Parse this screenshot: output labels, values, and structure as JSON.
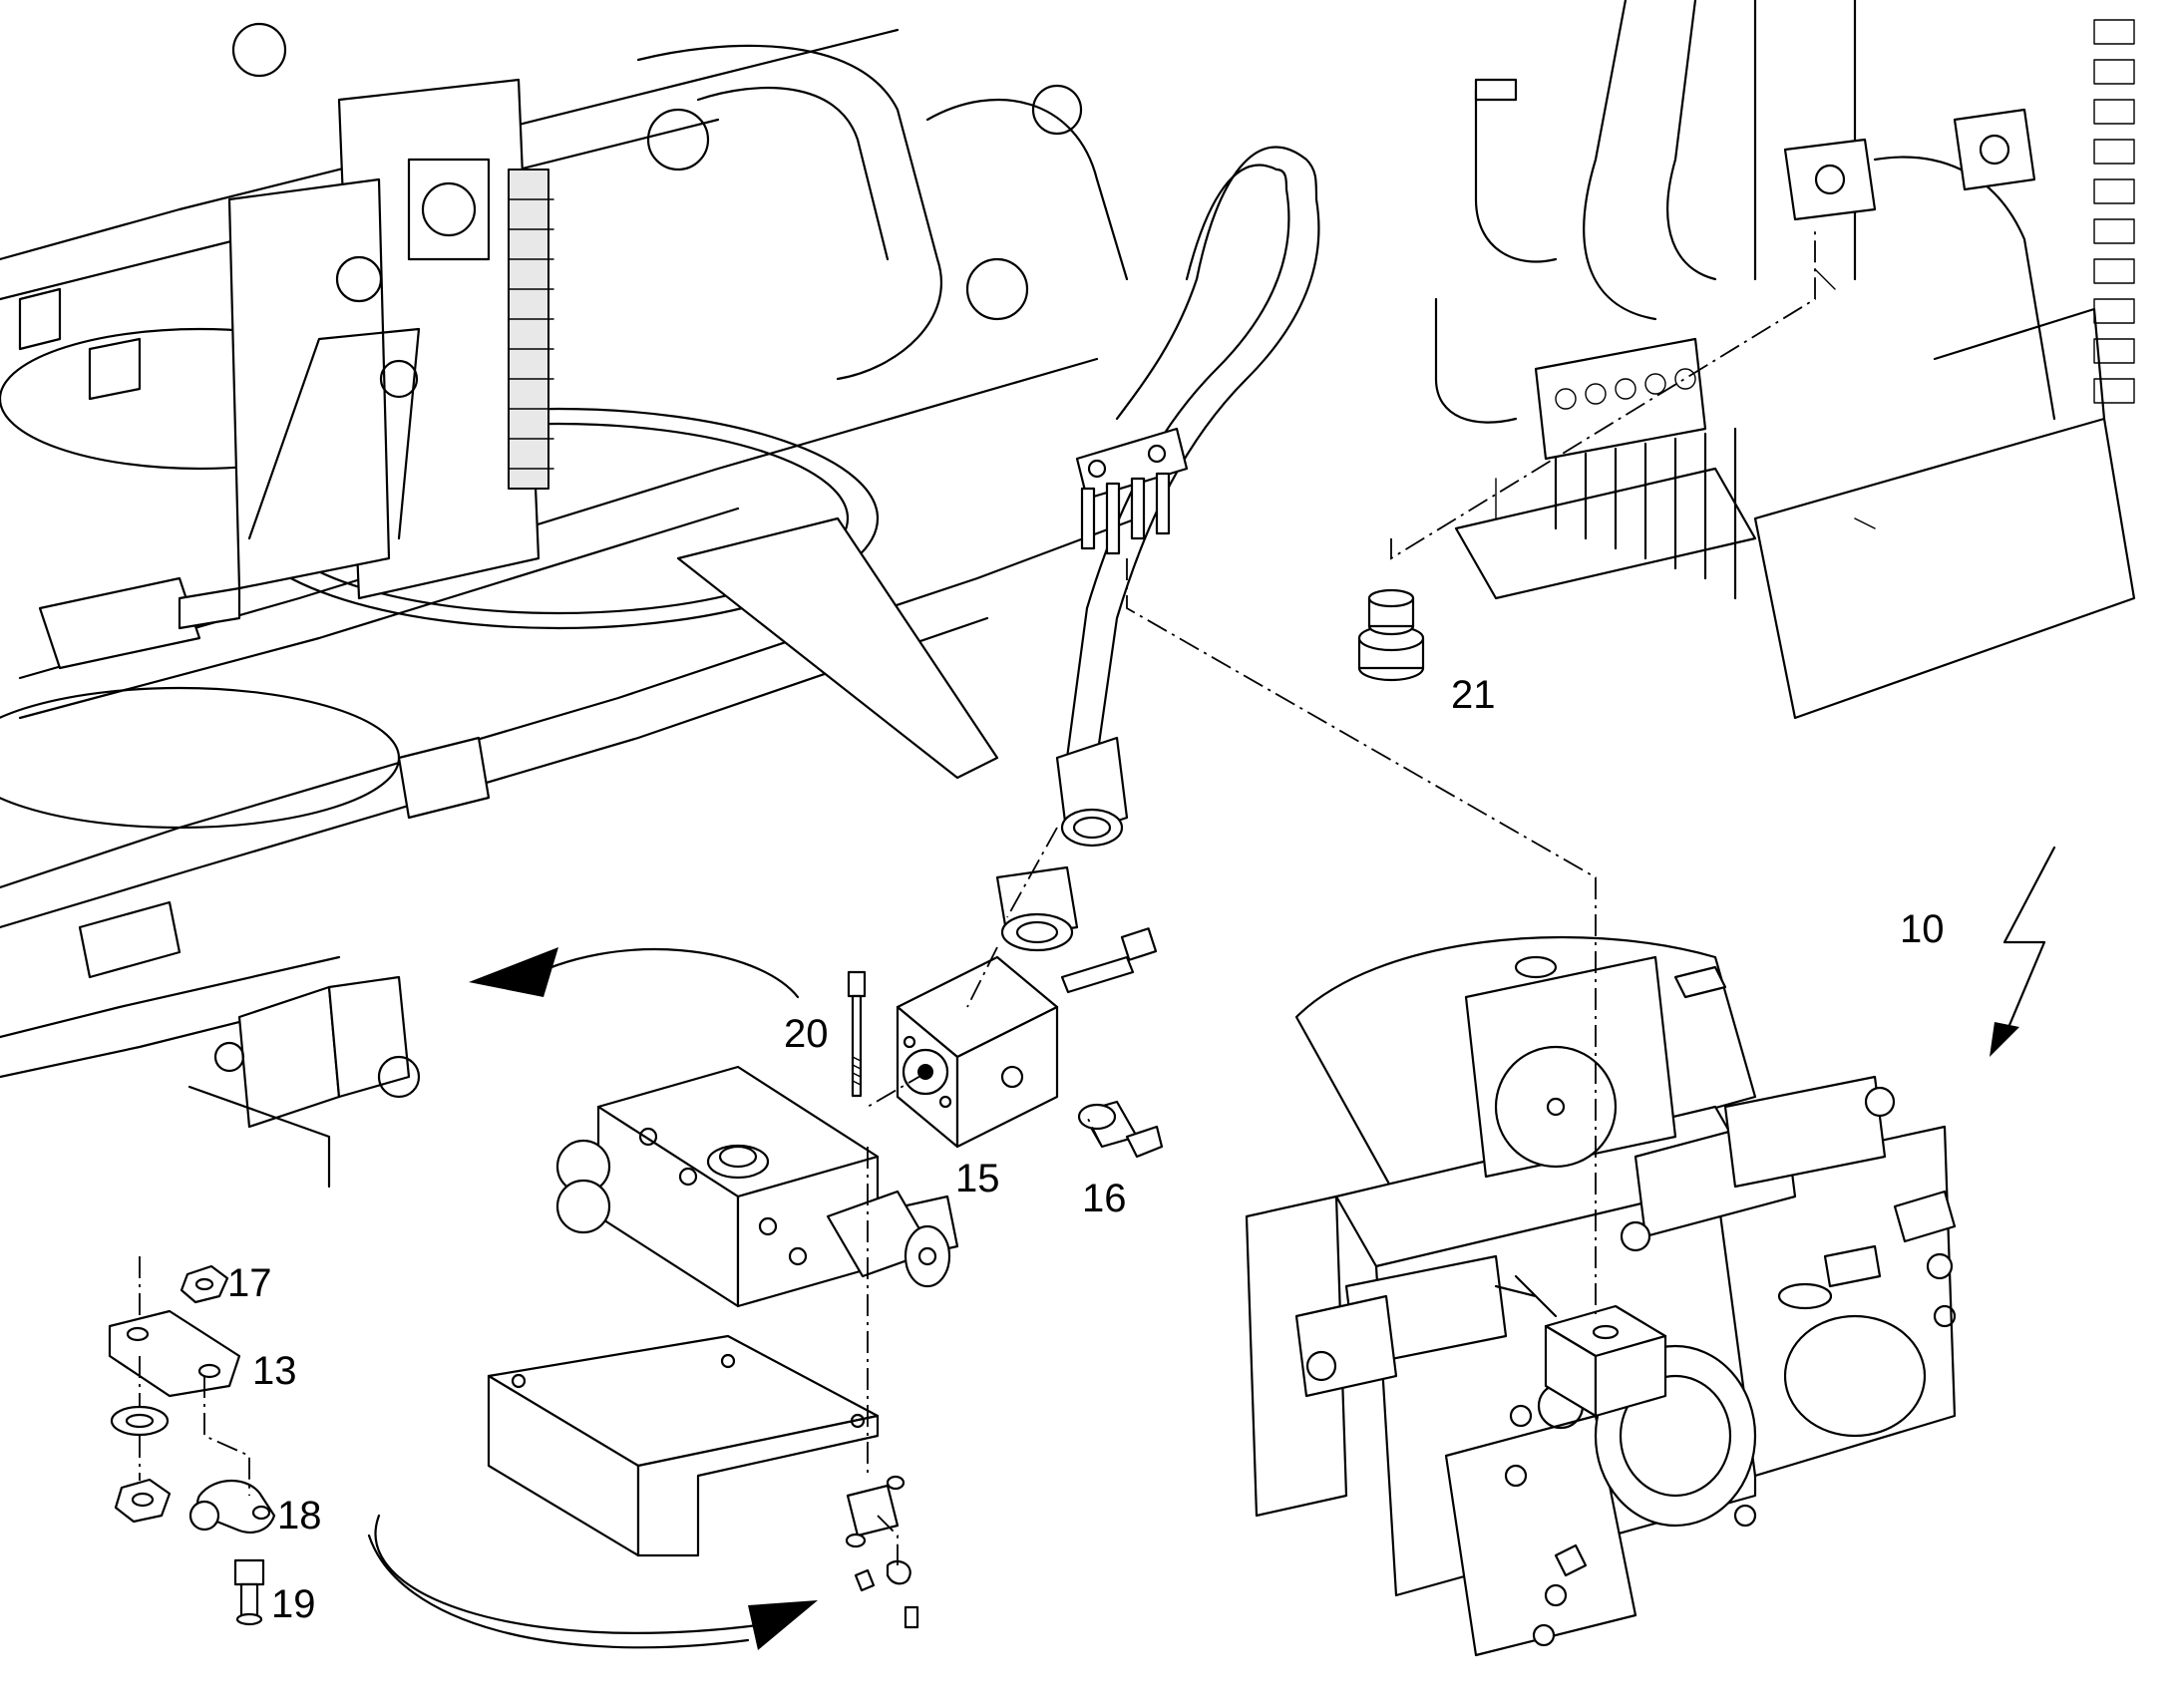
{
  "callouts": {
    "c10": "10",
    "c13": "13",
    "c15": "15",
    "c16": "16",
    "c17": "17",
    "c18": "18",
    "c19": "19",
    "c20": "20",
    "c21": "21"
  },
  "icons": {
    "lightning": "lightning-bolt-icon",
    "view_arrow": "curved-arrow-icon"
  }
}
